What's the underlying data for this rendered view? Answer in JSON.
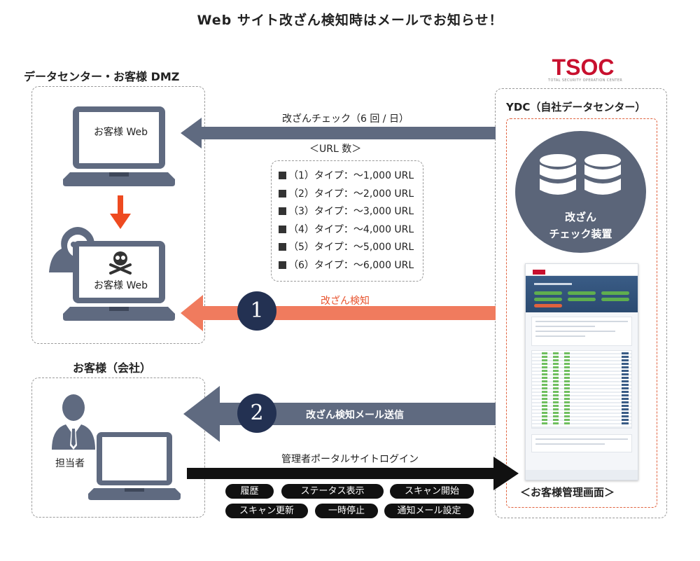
{
  "title": "Web サイト改ざん検知時はメールでお知らせ！",
  "dmz": {
    "heading": "データセンター・お客様 DMZ",
    "web_normal": "お客様 Web",
    "web_compromised": "お客様 Web"
  },
  "customer": {
    "heading": "お客様（会社）",
    "person_label": "担当者"
  },
  "ydc": {
    "logo_text": "TSOC",
    "logo_subtext": "TOTAL SECURITY OPERATION CENTER",
    "heading": "YDC（自社データセンター）",
    "device_line1": "改ざん",
    "device_line2": "チェック装置",
    "portal_caption": "＜お客様管理画面＞"
  },
  "flows": {
    "check": "改ざんチェック（6 回 / 日）",
    "url_header": "＜URL 数＞",
    "url_types": [
      "（1）タイプ：〜1,000 URL",
      "（2）タイプ：〜2,000 URL",
      "（3）タイプ：〜3,000 URL",
      "（4）タイプ：〜4,000 URL",
      "（5）タイプ：〜5,000 URL",
      "（6）タイプ：〜6,000 URL"
    ],
    "step1_number": "1",
    "step1_label": "改ざん検知",
    "step2_number": "2",
    "step2_label": "改ざん検知メール送信",
    "login_label": "管理者ポータルサイトログイン"
  },
  "features": [
    "履歴",
    "ステータス表示",
    "スキャン開始",
    "スキャン更新",
    "一時停止",
    "通知メール設定"
  ],
  "colors": {
    "arrow_slate": "#5f6a80",
    "arrow_alert": "#f07b5e",
    "alert_text": "#e8532e",
    "down_arrow": "#ee4a20",
    "step_circle": "#233152",
    "device_circle": "#5b6579",
    "logo_red": "#c8102e",
    "pill": "#111111"
  }
}
